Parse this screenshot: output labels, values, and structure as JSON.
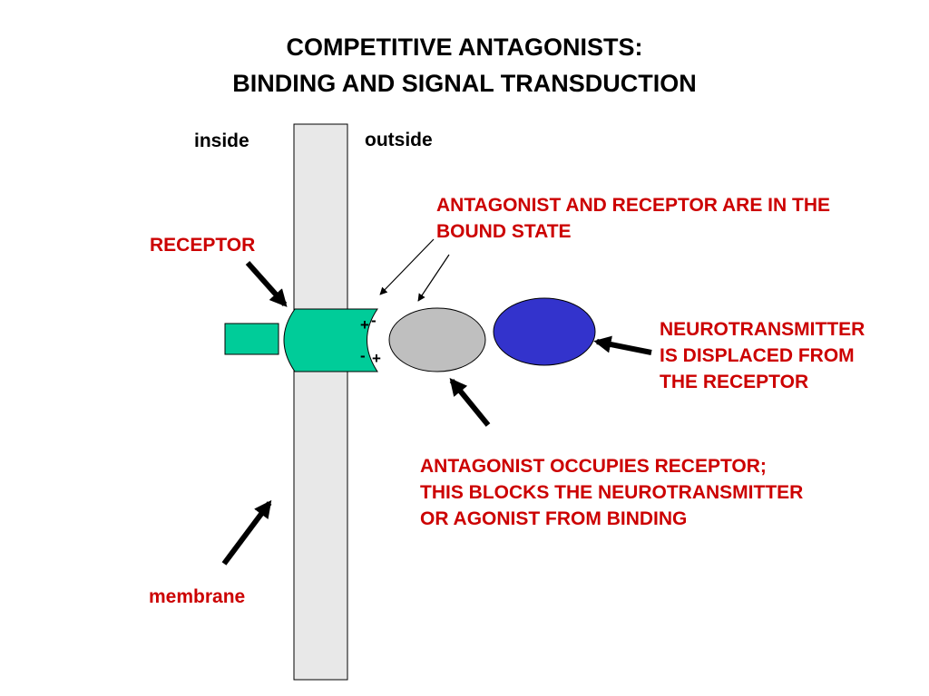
{
  "title": {
    "line1": "COMPETITIVE ANTAGONISTS:",
    "line2": "BINDING AND SIGNAL TRANSDUCTION"
  },
  "regions": {
    "inside": "inside",
    "outside": "outside"
  },
  "labels": {
    "receptor": "RECEPTOR",
    "membrane": "membrane",
    "bound_state": [
      "ANTAGONIST AND RECEPTOR ARE IN THE",
      "BOUND STATE"
    ],
    "displaced": [
      "NEUROTRANSMITTER",
      "IS DISPLACED FROM",
      "THE RECEPTOR"
    ],
    "occupies": [
      "ANTAGONIST OCCUPIES RECEPTOR;",
      "THIS BLOCKS THE NEUROTRANSMITTER",
      "OR AGONIST FROM BINDING"
    ]
  },
  "charges": {
    "receptor_top": "+",
    "receptor_bottom": "-",
    "antagonist_top": "-",
    "antagonist_bottom": "+"
  },
  "colors": {
    "label_red": "#cc0000",
    "membrane_fill": "#e8e8e8",
    "receptor_fill": "#00cc99",
    "antagonist_fill": "#bfbfbf",
    "neurotransmitter_fill": "#3333cc"
  }
}
